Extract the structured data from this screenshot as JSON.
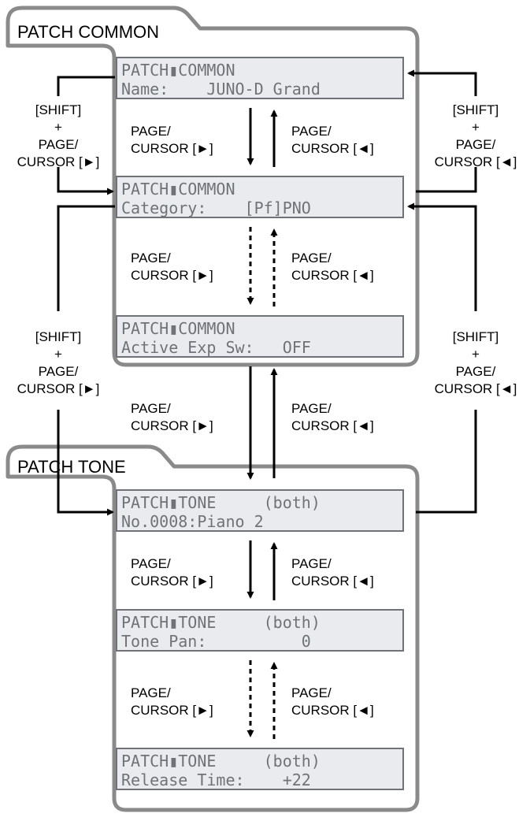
{
  "sections": {
    "common": {
      "tab_label": "PATCH COMMON"
    },
    "tone": {
      "tab_label": "PATCH TONE"
    }
  },
  "screens": [
    {
      "line1": "PATCH▮COMMON",
      "line2": "Name:    JUNO-D Grand"
    },
    {
      "line1": "PATCH▮COMMON",
      "line2": "Category:    [Pf]PNO"
    },
    {
      "line1": "PATCH▮COMMON",
      "line2": "Active Exp Sw:   OFF"
    },
    {
      "line1": "PATCH▮TONE     (both)",
      "line2": "No.0008:Piano 2"
    },
    {
      "line1": "PATCH▮TONE     (both)",
      "line2": "Tone Pan:          0"
    },
    {
      "line1": "PATCH▮TONE     (both)",
      "line2": "Release Time:    +22"
    }
  ],
  "labels": {
    "page_next": {
      "line1": "PAGE/",
      "line2": "CURSOR [►]"
    },
    "page_prev": {
      "line1": "PAGE/",
      "line2": "CURSOR [◄]"
    },
    "shift_next": {
      "line1": "[SHIFT]",
      "line2": "+",
      "line3": "PAGE/",
      "line4": "CURSOR [►]"
    },
    "shift_prev": {
      "line1": "[SHIFT]",
      "line2": "+",
      "line3": "PAGE/",
      "line4": "CURSOR [◄]"
    }
  },
  "colors": {
    "frame": "#8a8a8a",
    "lcd_bg": "#e9ebee",
    "lcd_border": "#6f7378",
    "lcd_text": "#6f7378",
    "arrow": "#000000"
  }
}
